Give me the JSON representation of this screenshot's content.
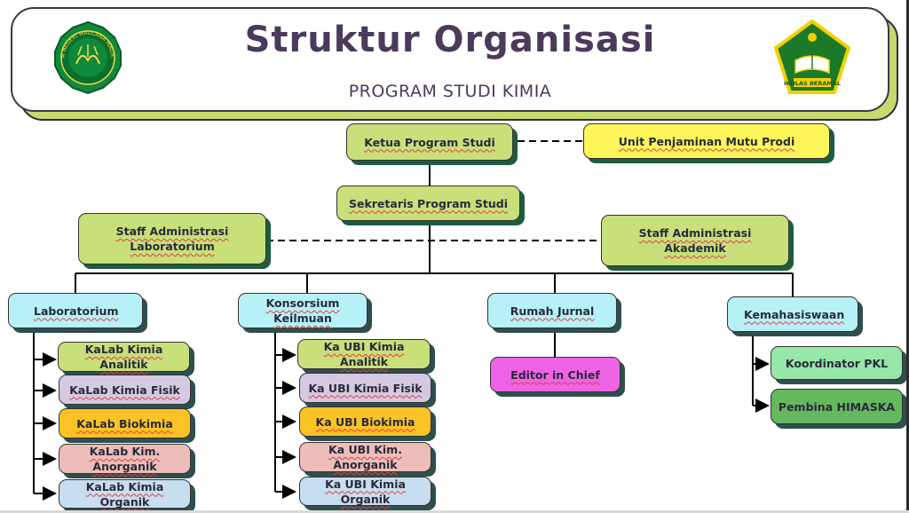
{
  "header": {
    "title": "Struktur Organisasi",
    "subtitle": "PROGRAM STUDI KIMIA"
  },
  "logos": {
    "left": "university-seal",
    "right": "ministry-emblem",
    "left_text": "UNIVERSITAS ISLAM NEGERI MAULANA MALIK IBRAHIM MALANG",
    "right_text": "IKHLAS BERAMAL"
  },
  "top": {
    "ketua": "Ketua Program Studi",
    "unit_mutu": "Unit Penjaminan Mutu Prodi",
    "sekretaris": "Sekretaris Program Studi",
    "staff_lab": "Staff Administrasi Laboratorium",
    "staff_akademik": "Staff Administrasi Akademik"
  },
  "columns": {
    "laboratorium": {
      "label": "Laboratorium",
      "items": [
        "KaLab Kimia Analitik",
        "KaLab Kimia Fisik",
        "KaLab Biokimia",
        "KaLab Kim. Anorganik",
        "KaLab Kimia Organik"
      ]
    },
    "konsorsium": {
      "label": "Konsorsium Keilmuan",
      "items": [
        "Ka UBI Kimia Analitik",
        "Ka UBI Kimia Fisik",
        "Ka UBI Biokimia",
        "Ka UBI Kim. Anorganik",
        "Ka UBI Kimia Organik"
      ]
    },
    "jurnal": {
      "label": "Rumah Jurnal",
      "items": [
        "Editor in Chief"
      ]
    },
    "kemahasiswaan": {
      "label": "Kemahasiswaan",
      "items": [
        "Koordinator PKL",
        "Pembina HIMASKA"
      ]
    }
  },
  "colors": {
    "green": "#c8df7a",
    "yellow": "#fdf55a",
    "cyan": "#b6f1f7",
    "pink": "#ee63e6",
    "lavender": "#d5c9e2",
    "orange": "#fbc226",
    "rose": "#edbdb9",
    "blue": "#c7def0",
    "mint": "#96e7a8",
    "dark_green": "#64b85e"
  }
}
